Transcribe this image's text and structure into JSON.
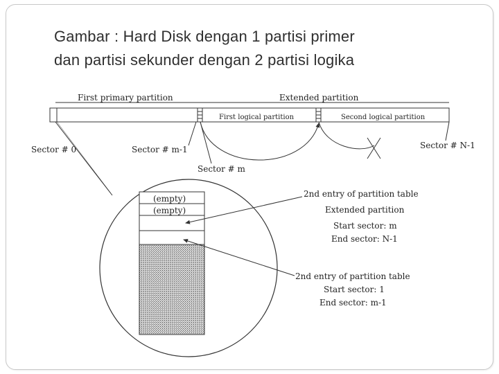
{
  "title": {
    "line1": "Gambar : Hard Disk dengan 1 partisi primer",
    "line2": "dan partisi sekunder dengan 2 partisi logika"
  },
  "diagram": {
    "first_primary_partition": "First primary partition",
    "extended_partition": "Extended partition",
    "first_logical_partition": "First logical partition",
    "second_logical_partition": "Second logical partition",
    "sector_0": "Sector # 0",
    "sector_m_minus_1": "Sector # m-1",
    "sector_m": "Sector # m",
    "sector_n_minus_1": "Sector # N-1",
    "table_entry_1": "(empty)",
    "table_entry_2": "(empty)",
    "callout_upper": {
      "heading": "2nd entry of partition table",
      "type": "Extended partition",
      "start": "Start sector: m",
      "end": "End sector: N-1"
    },
    "callout_lower": {
      "heading": "2nd entry of partition table",
      "start": "Start sector: 1",
      "end": "End sector: m-1"
    }
  }
}
